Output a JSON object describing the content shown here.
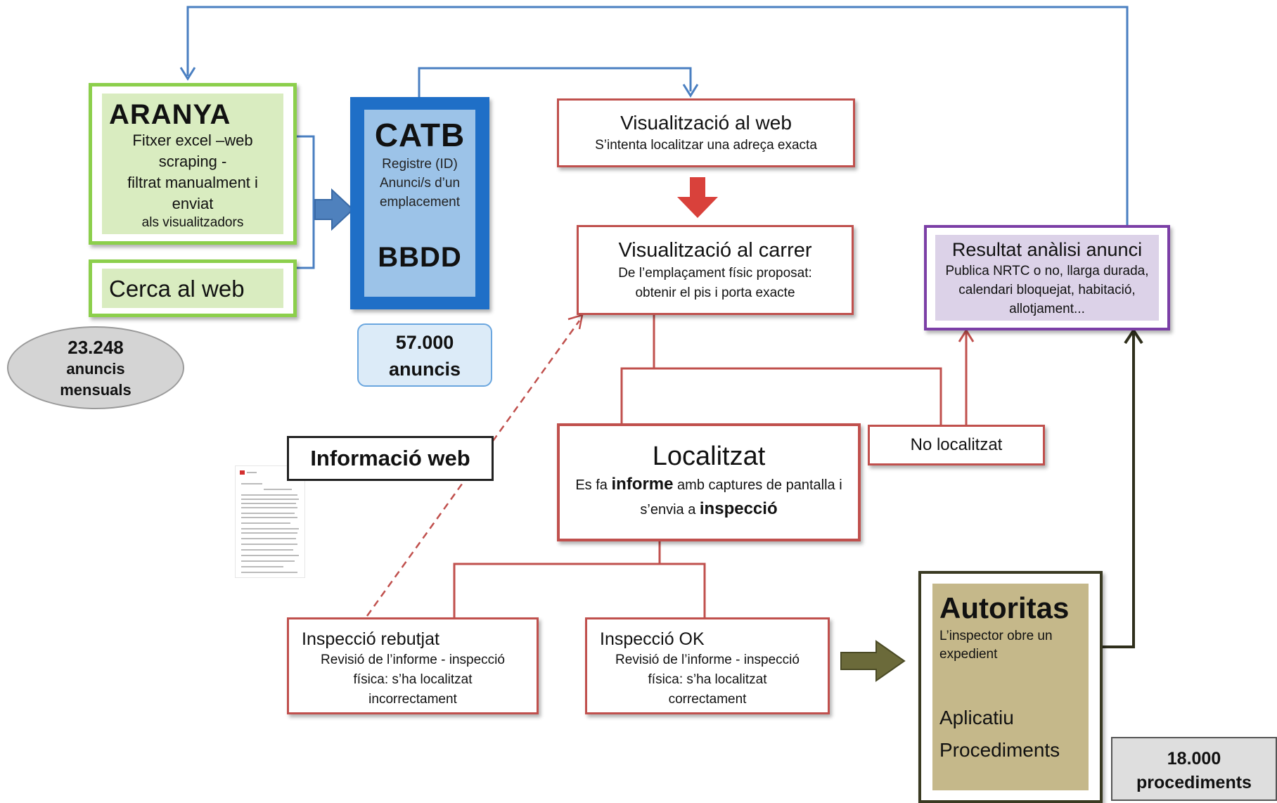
{
  "aranya": {
    "title": "ARANYA",
    "lines": [
      "Fitxer excel –web",
      "scraping -",
      "filtrat manualment i",
      "enviat"
    ],
    "last_line": "als visualitzadors"
  },
  "cerca_web": {
    "label": "Cerca al web"
  },
  "anuncis_mensuals": {
    "number": "23.248",
    "line1": "anuncis",
    "line2": "mensuals"
  },
  "catb": {
    "title": "CATB",
    "line1": "Registre (ID)",
    "line2": "Anunci/s d’un",
    "line3": "emplacement",
    "db": "BBDD"
  },
  "anuncis_total": {
    "number": "57.000",
    "label": "anuncis"
  },
  "visualitzacio_web": {
    "title": "Visualització al web",
    "subtitle": "S’intenta localitzar una adreça exacta"
  },
  "visualitzacio_carrer": {
    "title": "Visualització al carrer",
    "line1": "De l’emplaçament físic proposat:",
    "line2": "obtenir el pis i porta exacte"
  },
  "resultat": {
    "title": "Resultat anàlisi anunci",
    "line1": "Publica NRTC o no, llarga durada,",
    "line2": "calendari bloquejat, habitació,",
    "line3": "allotjament..."
  },
  "localitzat": {
    "title": "Localitzat",
    "pre1": "Es fa ",
    "bold1": "informe",
    "post1": " amb captures de pantalla i",
    "pre2": "s’envia a ",
    "bold2": "inspecció"
  },
  "no_localitzat": {
    "label": "No localitzat"
  },
  "informacio_web": {
    "label": "Informació web"
  },
  "inspeccio_rebutjat": {
    "title": "Inspecció rebutjat",
    "line1": "Revisió de l’informe - inspecció",
    "line2": "física: s’ha localitzat",
    "line3": "incorrectament"
  },
  "inspeccio_ok": {
    "title": "Inspecció OK",
    "line1": "Revisió de l’informe - inspecció",
    "line2": "física: s’ha localitzat",
    "line3": "correctament"
  },
  "autoritas": {
    "title": "Autoritas",
    "line1": "L’inspector obre un",
    "line2": "expedient",
    "app1": "Aplicatiu",
    "app2": "Procediments"
  },
  "procediments": {
    "number": "18.000",
    "label": "procediments"
  },
  "colors": {
    "green_border": "#8ccf4c",
    "green_fill": "#d9ecc0",
    "blue_dark": "#1f6fc7",
    "blue_light": "#9cc3e8",
    "red": "#c0504d",
    "purple": "#7b3fa6",
    "purple_fill": "#dcd2e8",
    "olive_dark": "#3a3a22",
    "olive_fill": "#c5b88a",
    "connector_blue": "#4a7fc1"
  }
}
